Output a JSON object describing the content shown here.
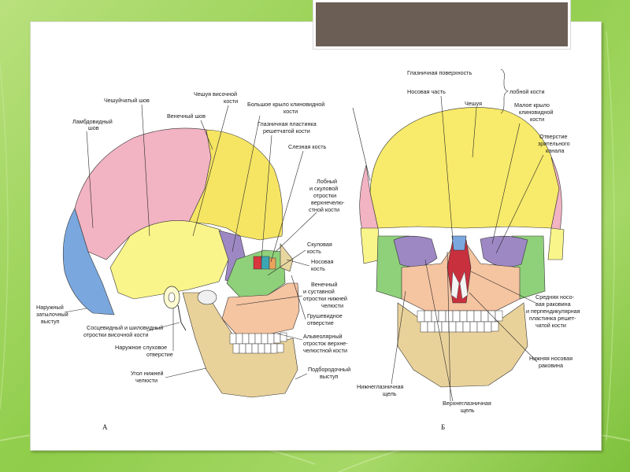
{
  "figure": {
    "panel_a": "А",
    "panel_b": "Б",
    "left_labels": {
      "cheshuichaty_shov": "Чешуйчатый шов",
      "cheshuya_visochnoy_1": "Чешуя височной",
      "cheshuya_visochnoy_2": "кости",
      "bolshoe_krylo_1": "Большое крыло клиновидной",
      "bolshoe_krylo_2": "кости",
      "lambdovidny_1": "Ламбдовидный",
      "lambdovidny_2": "шов",
      "venechny_shov": "Венечный шов",
      "glaznichnaya_plastinka_1": "Глазничная пластинка",
      "glaznichnaya_plastinka_2": "решетчатой кости",
      "sleznaya": "Слезная кость",
      "lobny_1": "Лобный",
      "lobny_2": "и скуловой",
      "lobny_3": "отростки",
      "lobny_4": "верхнечелю-",
      "lobny_5": "стной кости",
      "skulovaya_1": "Скуловая",
      "skulovaya_2": "кость",
      "nosovaya_1": "Носовая",
      "nosovaya_2": "кость",
      "venechny_1": "Венечный",
      "venechny_2": "и суставной",
      "venechny_3": "отростки нижней",
      "venechny_4": "челюсти",
      "grushevidnoe_1": "Грушевидное",
      "grushevidnoe_2": "отверстие",
      "alveolyarny_1": "Альвеолярный",
      "alveolyarny_2": "отросток верхне-",
      "alveolyarny_3": "челюстной кости",
      "podborodochny_1": "Подбородочный",
      "podborodochny_2": "выступ",
      "naruzhny_1": "Наружный",
      "naruzhny_2": "затылочный",
      "naruzhny_3": "выступ",
      "sostsevidny_1": "Сосцевидный и шиловидный",
      "sostsevidny_2": "отростки височной кости",
      "naruzhnoe_1": "Наружное слуховое",
      "naruzhnoe_2": "отверстие",
      "ugol_1": "Угол нижней",
      "ugol_2": "челюсти"
    },
    "right_labels": {
      "glaznichnaya_poverhnost": "Глазничная поверхность",
      "lobnoy_kosti": "лобной кости",
      "nosovaya_chast": "Носовая часть",
      "cheshuya": "Чешуя",
      "maloe_krylo_1": "Малое крыло",
      "maloe_krylo_2": "клиновидной",
      "maloe_krylo_3": "кости",
      "otverstie_1": "Отверстие",
      "otverstie_2": "зрительного",
      "otverstie_3": "канала",
      "srednyaya_1": "Средняя носо-",
      "srednyaya_2": "вая раковина",
      "srednyaya_3": "и перпендикулярная",
      "srednyaya_4": "пластинка решет-",
      "srednyaya_5": "чатой кости",
      "nizhnyaya_1": "Нижняя носовая",
      "nizhnyaya_2": "раковина",
      "nizhneglaznichnaya_1": "Нижнеглазничная",
      "nizhneglaznichnaya_2": "щель",
      "verhneglaznichnaya_1": "Верхнеглазничная",
      "verhneglaznichnaya_2": "щель"
    }
  }
}
